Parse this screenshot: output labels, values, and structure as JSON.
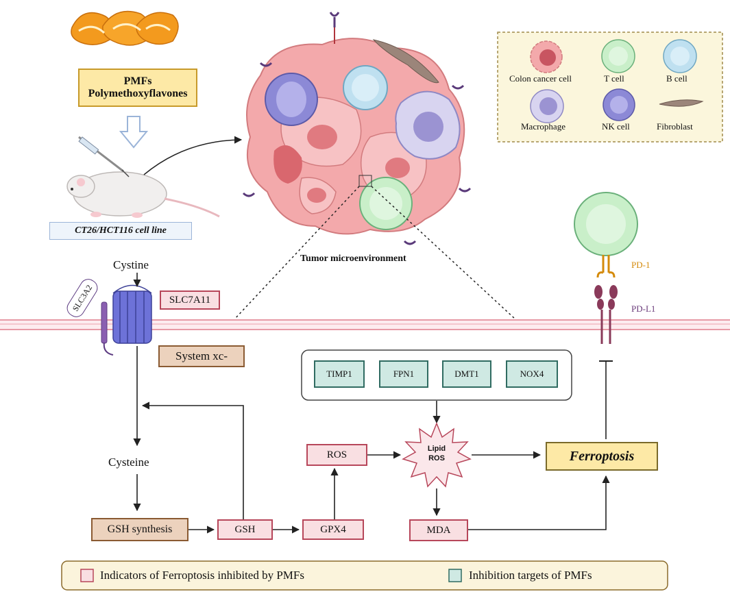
{
  "top_left": {
    "pmfs_title": "PMFs",
    "pmfs_subtitle": "Polymethoxyflavones",
    "cell_line": "CT26/HCT116 cell line"
  },
  "tumor": {
    "caption": "Tumor microenvironment"
  },
  "legend_cells": {
    "colon": "Colon cancer cell",
    "tcell": "T cell",
    "bcell": "B cell",
    "macrophage": "Macrophage",
    "nk": "NK cell",
    "fibroblast": "Fibroblast"
  },
  "membrane": {
    "cystine": "Cystine",
    "slc3a2": "SLC3A2",
    "slc7a11": "SLC7A11",
    "system_xc": "System xc-",
    "pd1": "PD-1",
    "pdl1": "PD-L1"
  },
  "pathway": {
    "cysteine": "Cysteine",
    "gsh_synthesis": "GSH synthesis",
    "gsh": "GSH",
    "gpx4": "GPX4",
    "ros": "ROS",
    "lipid_ros_1": "Lipid",
    "lipid_ros_2": "ROS",
    "mda": "MDA",
    "ferroptosis": "Ferroptosis",
    "targets": [
      "TIMP1",
      "FPN1",
      "DMT1",
      "NOX4"
    ]
  },
  "bottom_legend": {
    "pink_label": "Indicators of Ferroptosis inhibited by PMFs",
    "teal_label": "Inhibition targets of PMFs"
  },
  "colors": {
    "pink_fill": "#f9dfe2",
    "pink_border": "#b7465a",
    "teal_fill": "#cfe9e3",
    "teal_border": "#2f6b61",
    "tan_fill": "#ecd2bd",
    "yellow_fill": "#fde9a6"
  }
}
